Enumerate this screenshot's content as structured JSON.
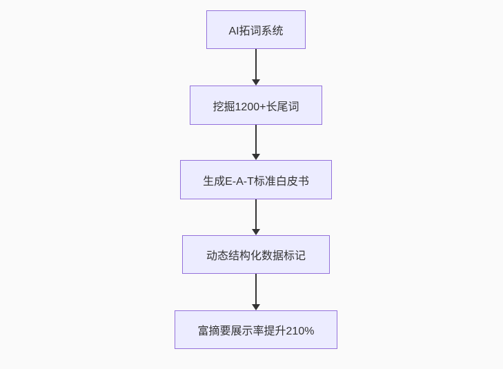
{
  "diagram": {
    "type": "flowchart",
    "direction": "top-down",
    "nodes": [
      {
        "id": "step-1",
        "label": "AI拓词系统"
      },
      {
        "id": "step-2",
        "label": "挖掘1200+长尾词"
      },
      {
        "id": "step-3",
        "label": "生成E-A-T标准白皮书"
      },
      {
        "id": "step-4",
        "label": "动态结构化数据标记"
      },
      {
        "id": "step-5",
        "label": "富摘要展示率提升210%"
      }
    ],
    "edges": [
      {
        "from": "step-1",
        "to": "step-2"
      },
      {
        "from": "step-2",
        "to": "step-3"
      },
      {
        "from": "step-3",
        "to": "step-4"
      },
      {
        "from": "step-4",
        "to": "step-5"
      }
    ],
    "colors": {
      "node_fill": "#ECECFF",
      "node_border": "#9370DB",
      "arrow": "#333333",
      "text": "#333333",
      "background": "#fafafa"
    }
  }
}
